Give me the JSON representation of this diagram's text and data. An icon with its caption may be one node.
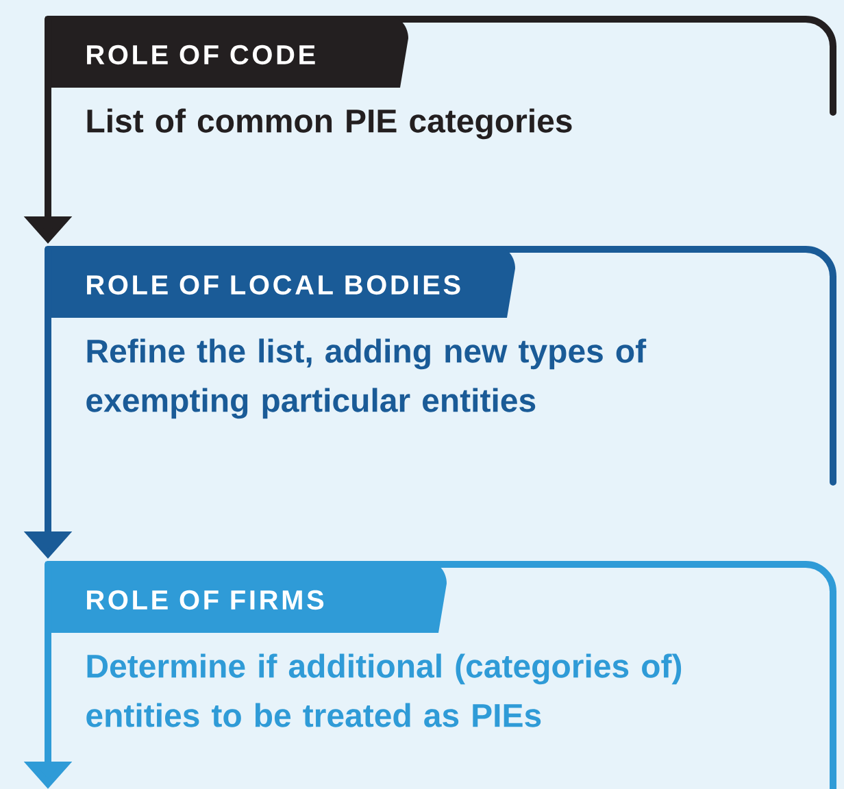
{
  "diagram": {
    "nodes": [
      {
        "text": [
          "ROLE OF CODE",
          "List of common PIE categories"
        ]
      },
      {
        "text": [
          "ROLE OF LOCAL BODIES",
          "Refine the list, adding new types of exempting particular entities"
        ]
      },
      {
        "text": [
          "ROLE OF FIRMS",
          "Determine if additional (categories of) entities to be treated as PIEs"
        ]
      }
    ],
    "edges": [
      {
        "from": 0,
        "to": 1,
        "arrow": "to",
        "color": "#231f20"
      },
      {
        "from": 1,
        "to": 2,
        "arrow": "to",
        "color": "#1a5b97"
      },
      {
        "from": 2,
        "to": null,
        "arrow": "to",
        "color": "#2f9bd7"
      }
    ]
  }
}
